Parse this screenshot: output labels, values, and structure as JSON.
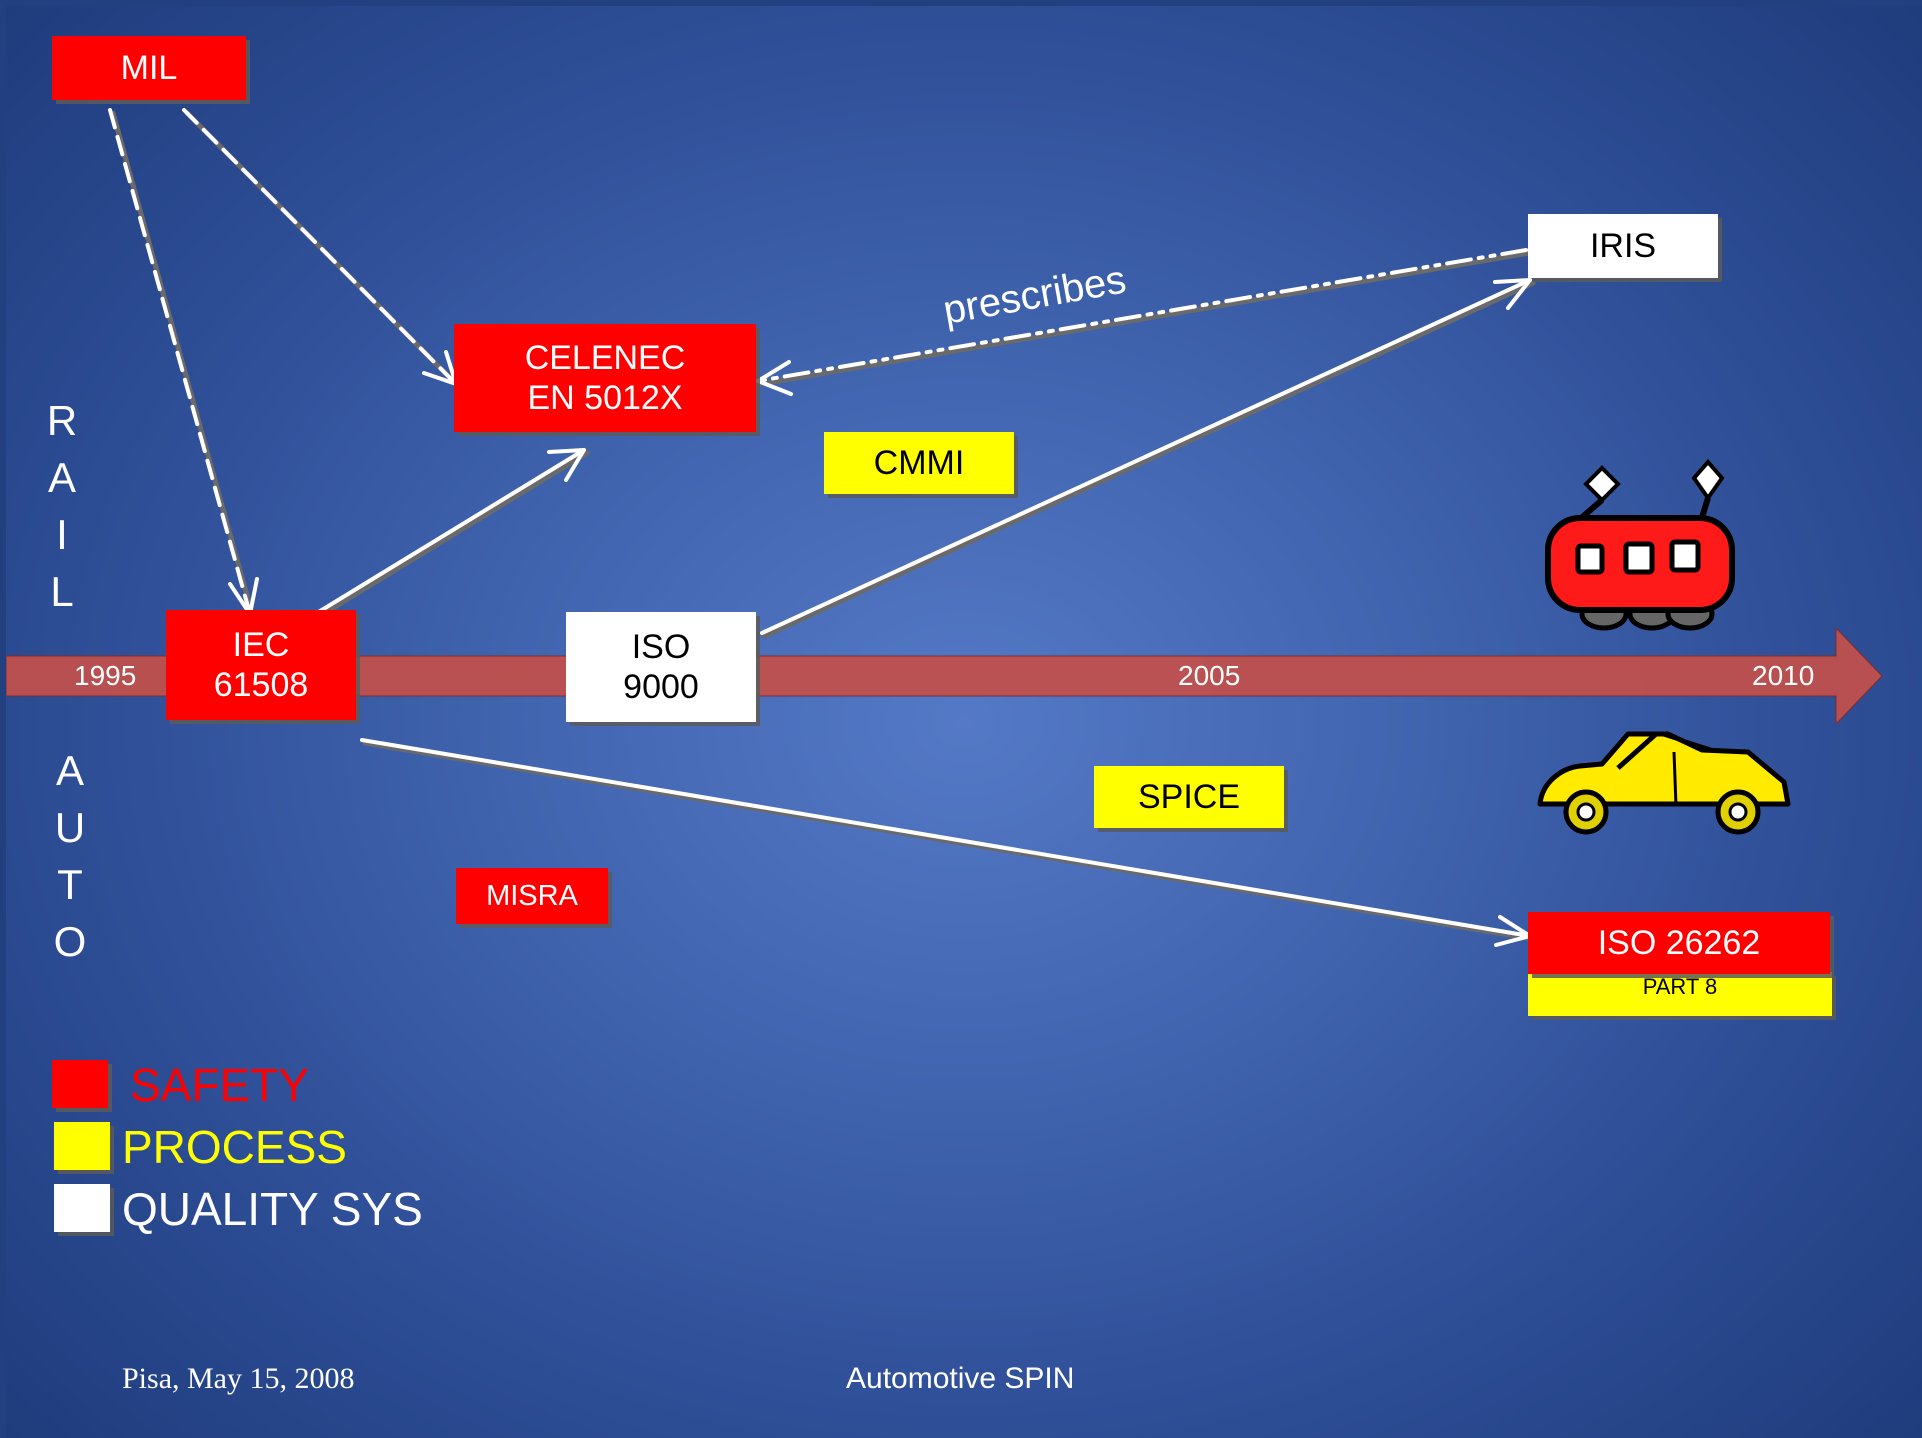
{
  "timeline": {
    "labels": [
      "1995",
      "2005",
      "2010"
    ]
  },
  "side_labels": {
    "rail": [
      "R",
      "A",
      "I",
      "L"
    ],
    "auto": [
      "A",
      "U",
      "T",
      "O"
    ]
  },
  "boxes": {
    "mil": "MIL",
    "celenec": [
      "CELENEC",
      "EN 5012X"
    ],
    "iris": "IRIS",
    "cmmi": "CMMI",
    "iec": [
      "IEC",
      "61508"
    ],
    "iso9000": [
      "ISO",
      "9000"
    ],
    "spice": "SPICE",
    "misra": "MISRA",
    "iso26262": "ISO 26262",
    "part8": "PART 8"
  },
  "edge_label": "prescribes",
  "legend": [
    {
      "label": "SAFETY",
      "color": "#ff0000"
    },
    {
      "label": "PROCESS",
      "color": "#ffff00"
    },
    {
      "label": "QUALITY SYS",
      "color": "#ffffff"
    }
  ],
  "footer": {
    "left": "Pisa, May 15, 2008",
    "center": "Automotive SPIN"
  },
  "icons": [
    "train-icon",
    "car-icon"
  ]
}
